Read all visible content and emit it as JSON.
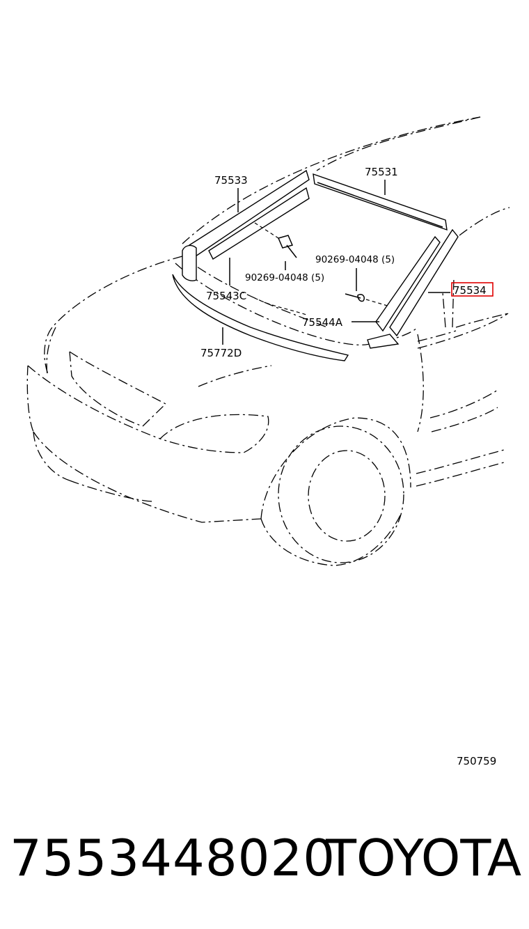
{
  "callouts": {
    "c75533": "75533",
    "c75531": "75531",
    "clip_upper": "90269-04048 (5)",
    "clip_lower": "90269-04048 (5)",
    "c75534": "75534",
    "c75543c": "75543C",
    "c75544a": "75544A",
    "c75772d": "75772D"
  },
  "diagram_id": "750759",
  "footer": {
    "part_number": "7553448020",
    "brand": "TOYOTA"
  },
  "highlight_color": "#e00000"
}
